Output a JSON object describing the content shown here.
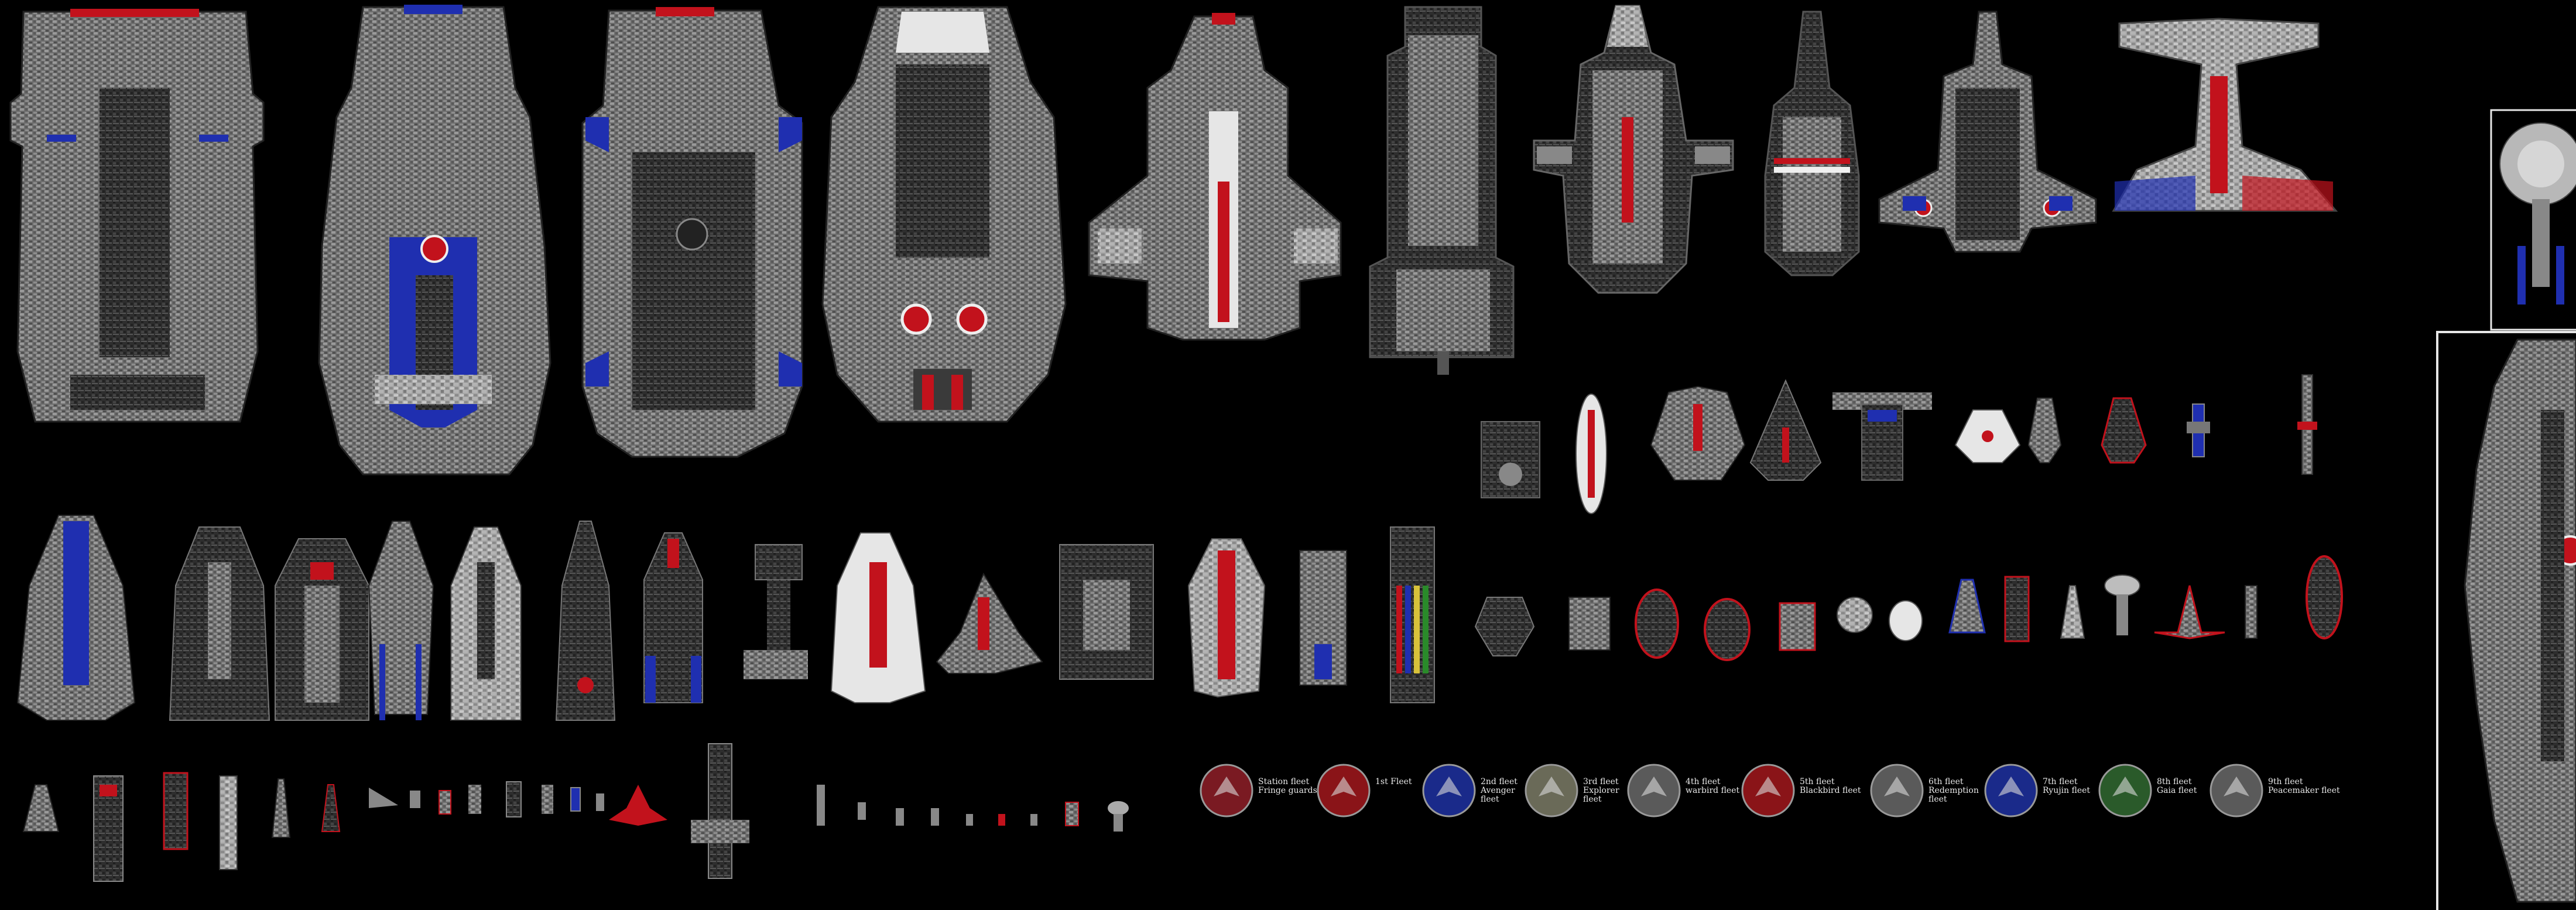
{
  "palette": {
    "hull_light": "#bdbdbd",
    "hull_mid": "#7d7d7d",
    "hull_dark": "#3a3a3a",
    "hull_black": "#1c1c1c",
    "accent_red": "#c2121c",
    "accent_blue": "#1f2fb0",
    "accent_white": "#f0f0f0",
    "accent_yellow": "#d8c23a",
    "frame": "#e6e6e6"
  },
  "fleets": [
    {
      "name": "fleet-station",
      "label": "Station fleet\nFringe guards",
      "emblem_color": "#7a1a22"
    },
    {
      "name": "fleet-1st",
      "label": "1st Fleet",
      "emblem_color": "#8a1418"
    },
    {
      "name": "fleet-2nd",
      "label": "2nd fleet\nAvenger\nfleet",
      "emblem_color": "#1a2a8a"
    },
    {
      "name": "fleet-3rd",
      "label": "3rd fleet\nExplorer\nfleet",
      "emblem_color": "#6a6a58"
    },
    {
      "name": "fleet-4th",
      "label": "4th fleet\nwarbird fleet",
      "emblem_color": "#5a5a5a"
    },
    {
      "name": "fleet-5th",
      "label": "5th fleet\nBlackbird fleet",
      "emblem_color": "#8a1418"
    },
    {
      "name": "fleet-6th",
      "label": "6th fleet\nRedemption\nfleet",
      "emblem_color": "#5a5a5a"
    },
    {
      "name": "fleet-7th",
      "label": "7th fleet\nRyujin fleet",
      "emblem_color": "#1a2a8a"
    },
    {
      "name": "fleet-8th",
      "label": "8th fleet\nGaia fleet",
      "emblem_color": "#2a5a2a"
    },
    {
      "name": "fleet-9th",
      "label": "9th fleet\nPeacemaker fleet",
      "emblem_color": "#5a5a5a"
    }
  ]
}
